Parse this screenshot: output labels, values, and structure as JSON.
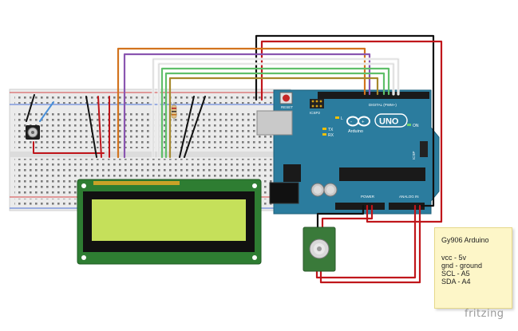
{
  "note": {
    "title": "Gy906 Arduino",
    "lines": [
      "vcc  - 5v",
      "gnd  - ground",
      "SCL - A5",
      "SDA - A4"
    ]
  },
  "watermark": "fritzing",
  "arduino": {
    "logo_text": "UNO",
    "brand": "Arduino",
    "reset_label": "RESET",
    "icsp_label": "ICSP2",
    "digital_label": "DIGITAL (PWM~)",
    "power_label": "POWER",
    "analog_label": "ANALOG IN",
    "led_labels": [
      "L",
      "TX",
      "RX",
      "ON"
    ],
    "icsp_right_label": "ICSP"
  },
  "colors": {
    "arduino_board": "#2b7c9e",
    "breadboard": "#e9e9e9",
    "lcd_pcb": "#2e7d32",
    "lcd_screen": "#c5e05a",
    "sensor_pcb": "#3a7a3a",
    "wire_red": "#c0161b",
    "wire_black": "#111111",
    "wire_orange": "#d2731e",
    "wire_purple": "#8a55b0",
    "wire_green": "#5fbf6a",
    "wire_white": "#f2f2f2",
    "wire_olive": "#a6892d",
    "wire_blue": "#4a90d9"
  }
}
